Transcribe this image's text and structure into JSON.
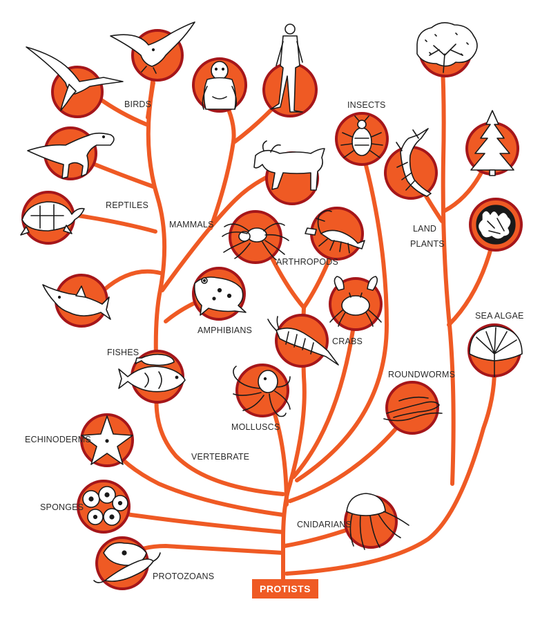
{
  "root": {
    "label": "PROTISTS"
  },
  "labels": {
    "birds": "BIRDS",
    "reptiles": "REPTILES",
    "mammals": "MAMMALS",
    "fishes": "FISHES",
    "amphibians": "AMPHIBIANS",
    "vertebrate": "VERTEBRATE",
    "insects": "INSECTS",
    "arthropods": "ARTHROPODS",
    "crabs": "CRABS",
    "molluscs": "MOLLUSCS",
    "roundworms": "ROUNDWORMS",
    "land_plants_1": "LAND",
    "land_plants_2": "PLANTS",
    "sea_algae": "SEA ALGAE",
    "echinoderms": "ECHINODERMS",
    "sponges": "SPONGES",
    "cnidarians": "CNIDARIANS",
    "protozoans": "PROTOZOANS"
  },
  "colors": {
    "branch": "#ef5a24",
    "node_fill": "#ef5a24",
    "node_ring": "#a5161a",
    "root_text": "#ffffff"
  },
  "icons": [
    "pterosaur-icon",
    "eagle-icon",
    "chimpanzee-icon",
    "human-icon",
    "dinosaur-icon",
    "turtle-icon",
    "dolphin-icon",
    "wildebeest-icon",
    "frog-icon",
    "spider-icon",
    "scorpion-icon",
    "crab-icon",
    "shrimp-icon",
    "fish-icon",
    "octopus-icon",
    "insect-bug-icon",
    "mantis-icon",
    "tree-icon",
    "fir-tree-icon",
    "seaweed-icon",
    "sea-algae-fan-icon",
    "roundworm-icon",
    "starfish-icon",
    "sponge-icon",
    "jellyfish-icon",
    "protozoa-icon"
  ]
}
